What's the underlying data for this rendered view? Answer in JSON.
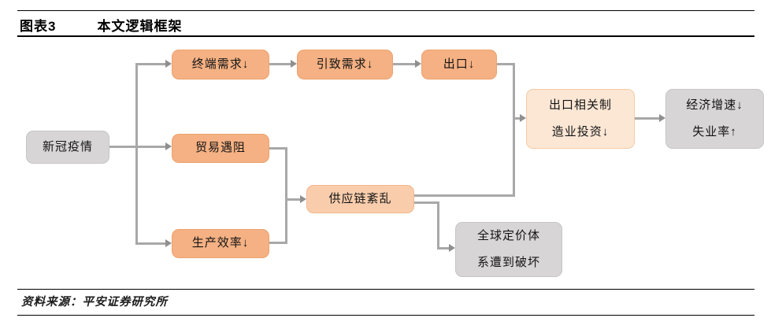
{
  "header": {
    "chart_label": "图表3",
    "title": "本文逻辑框架"
  },
  "footer": {
    "source": "资料来源：平安证券研究所"
  },
  "colors": {
    "orange_fill": "#F5B183",
    "orange_border": "#EDA26E",
    "peach_fill": "#F9CDAC",
    "lightpeach_fill": "#FCE7D5",
    "gray_fill": "#D7D5D5",
    "connector_gray": "#A8A8A8",
    "rule_black": "#000000"
  },
  "flow": {
    "nodes": [
      {
        "id": "covid",
        "label": "新冠疫情"
      },
      {
        "id": "terminal",
        "label": "终端需求↓"
      },
      {
        "id": "induced",
        "label": "引致需求↓"
      },
      {
        "id": "export",
        "label": "出口↓"
      },
      {
        "id": "trade",
        "label": "贸易遇阻"
      },
      {
        "id": "production",
        "label": "生产效率↓"
      },
      {
        "id": "supply",
        "label": "供应链紊乱"
      },
      {
        "id": "invest",
        "line1": "出口相关制",
        "line2": "造业投资↓"
      },
      {
        "id": "economy",
        "line1": "经济增速↓",
        "line2": "失业率↑"
      },
      {
        "id": "pricing",
        "line1": "全球定价体",
        "line2": "系遭到破坏"
      }
    ],
    "edges": [
      "新冠疫情→终端需求↓",
      "新冠疫情→贸易遇阻",
      "新冠疫情→生产效率↓",
      "终端需求↓→引致需求↓",
      "引致需求↓→出口↓",
      "出口↓→出口相关制造业投资↓",
      "贸易遇阻→供应链紊乱",
      "生产效率↓→供应链紊乱",
      "供应链紊乱→出口相关制造业投资↓",
      "供应链紊乱→全球定价体系遭到破坏",
      "出口相关制造业投资↓→经济增速↓失业率↑"
    ]
  }
}
